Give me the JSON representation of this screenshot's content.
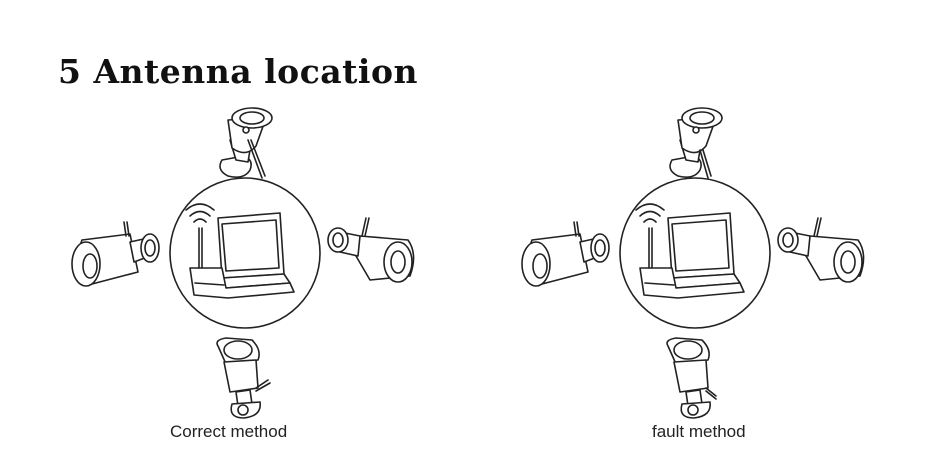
{
  "title": "5 Antenna location",
  "panels": [
    {
      "caption": "Correct method"
    },
    {
      "caption": "fault method"
    }
  ]
}
